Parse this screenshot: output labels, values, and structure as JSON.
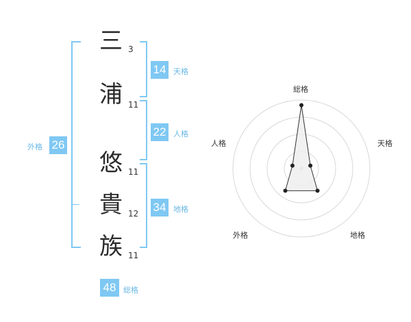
{
  "name": [
    {
      "char": "三",
      "strokes": "3"
    },
    {
      "char": "浦",
      "strokes": "11"
    },
    {
      "char": "悠",
      "strokes": "11"
    },
    {
      "char": "貴",
      "strokes": "12"
    },
    {
      "char": "族",
      "strokes": "11"
    }
  ],
  "kaku": {
    "ten": {
      "value": "14",
      "label": "天格"
    },
    "jin": {
      "value": "22",
      "label": "人格"
    },
    "chi": {
      "value": "34",
      "label": "地格"
    },
    "gai": {
      "value": "26",
      "label": "外格"
    },
    "sou": {
      "value": "48",
      "label": "総格"
    }
  },
  "radar": {
    "labels": {
      "top": "総格",
      "right": "天格",
      "bottom_right": "地格",
      "bottom_left": "外格",
      "left": "人格"
    },
    "rings": 4,
    "max": 4,
    "values": {
      "sou": 3.7,
      "ten": 0.55,
      "chi": 1.6,
      "gai": 1.6,
      "jin": 0.55
    },
    "colors": {
      "ring": "#d8d8d8",
      "fill": "#eeeeee",
      "line": "#333333",
      "point": "#222222"
    }
  },
  "accent": "#7fc8f3"
}
